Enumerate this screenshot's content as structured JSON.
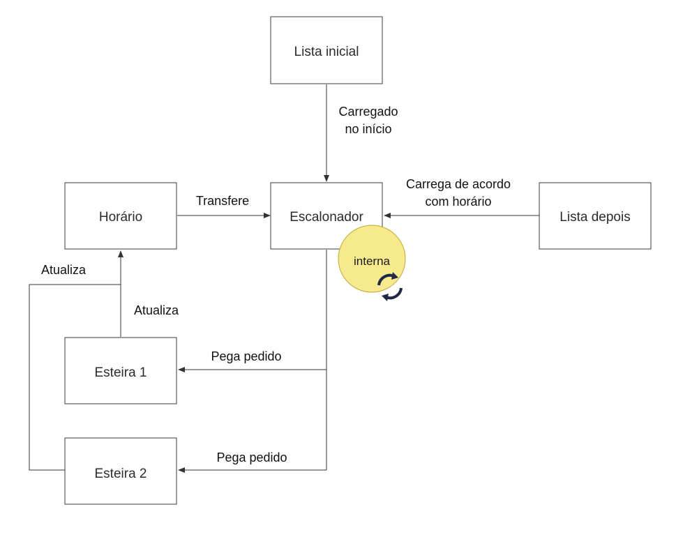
{
  "nodes": {
    "lista_inicial": "Lista inicial",
    "horario": "Horário",
    "escalonador": "Escalonador",
    "lista_depois": "Lista depois",
    "esteira_1": "Esteira 1",
    "esteira_2": "Esteira 2"
  },
  "edges": {
    "carregado_line1": "Carregado",
    "carregado_line2": "no início",
    "transfere": "Transfere",
    "carrega_line1": "Carrega de acordo",
    "carrega_line2": "com horário",
    "atualiza_esteira1": "Atualiza",
    "atualiza_esteira2": "Atualiza",
    "pega_pedido_1": "Pega pedido",
    "pega_pedido_2": "Pega pedido"
  },
  "internal": {
    "label": "interna",
    "icon": "refresh-cycle-icon",
    "fill_color": "#f7e98e",
    "icon_color": "#1f2a44"
  },
  "colors": {
    "box_stroke": "#3a3a3a",
    "line": "#333333"
  }
}
